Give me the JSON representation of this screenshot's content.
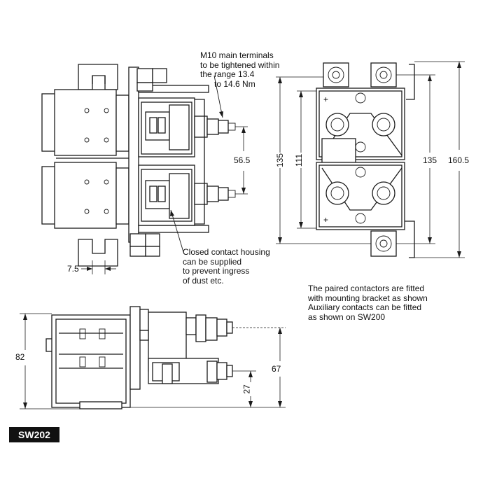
{
  "callouts": {
    "terminals_note": [
      "M10 main terminals",
      "to be tightened within",
      "the range 13.4",
      "to 14.6 Nm"
    ],
    "housing_note": [
      "Closed contact housing",
      "can be supplied",
      "to prevent ingress",
      "of dust etc."
    ],
    "bracket_note": [
      "The paired contactors are fitted",
      "with mounting bracket as shown",
      "Auxiliary contacts can be fitted",
      "as shown on SW200"
    ]
  },
  "dimensions": {
    "terminal_pitch": "56.5",
    "slot_width": "7.5",
    "right_height_left": "135",
    "right_inner_height": "111",
    "right_height_right": "135",
    "overall_height": "160.5",
    "side_height": "82",
    "terminal_height_high": "67",
    "terminal_height_low": "27"
  },
  "model_tag": "SW202"
}
